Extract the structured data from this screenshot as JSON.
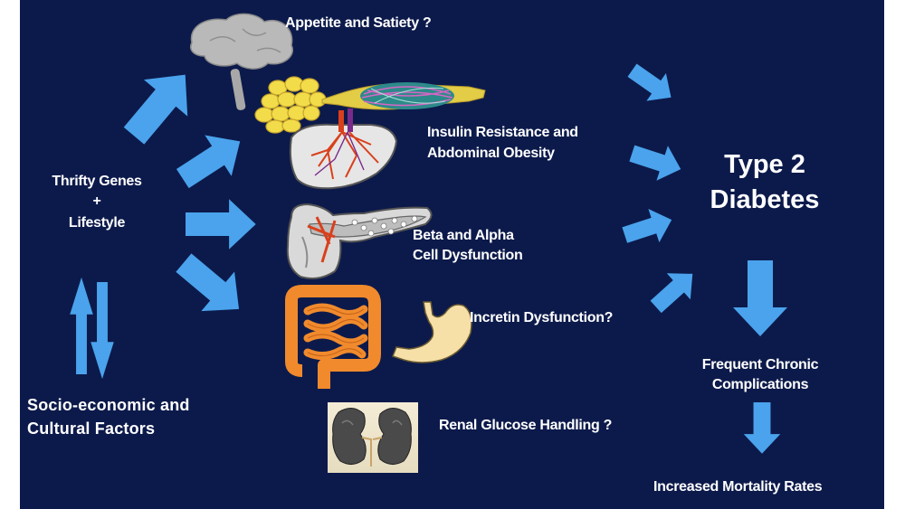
{
  "labels": {
    "appetite": "Appetite and Satiety ?",
    "insulin_1": "Insulin Resistance and",
    "insulin_2": "Abdominal Obesity",
    "thrifty_1": "Thrifty Genes",
    "thrifty_2": "+",
    "thrifty_3": "Lifestyle",
    "beta_1": "Beta and Alpha",
    "beta_2": "Cell Dysfunction",
    "incretin": "Incretin Dysfunction?",
    "renal": "Renal Glucose Handling ?",
    "socio_1": "Socio-economic  and",
    "socio_2": "Cultural  Factors",
    "type2_1": "Type 2",
    "type2_2": "Diabetes",
    "chronic_1": "Frequent Chronic",
    "chronic_2": "Complications",
    "mortality": "Increased Mortality Rates"
  },
  "colors": {
    "background": "#0c1a4b",
    "arrow": "#4aa3ec",
    "text": "#ffffff"
  },
  "icons": [
    "brain-icon",
    "fat-tissue-icon",
    "muscle-icon",
    "liver-icon",
    "pancreas-icon",
    "intestine-icon",
    "stomach-icon",
    "kidneys-icon"
  ]
}
